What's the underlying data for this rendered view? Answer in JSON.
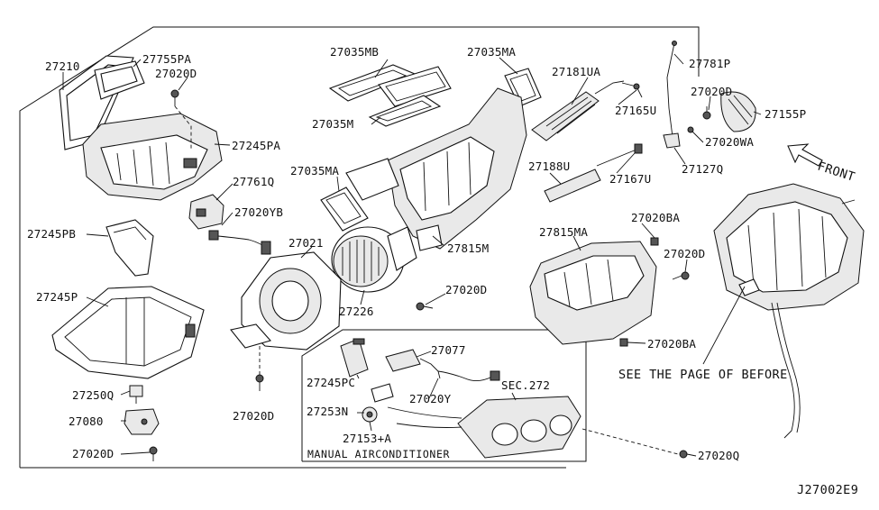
{
  "diagram_id": "J27002E9",
  "arrow_label": "FRONT",
  "inset_title": "MANUAL AIRCONDITIONER",
  "reference_note": "SEE THE PAGE OF BEFORE",
  "labels": {
    "p27210": "27210",
    "p27755PA": "27755PA",
    "p27020D_a": "27020D",
    "p27245PA": "27245PA",
    "p27761Q": "27761Q",
    "p27020YB": "27020YB",
    "p27245PB": "27245PB",
    "p27245P": "27245P",
    "p27250Q": "27250Q",
    "p27080": "27080",
    "p27020D_b": "27020D",
    "p27035MB": "27035MB",
    "p27035MA_a": "27035MA",
    "p27035M": "27035M",
    "p27035MA_b": "27035MA",
    "p27021": "27021",
    "p27226": "27226",
    "p27815M": "27815M",
    "p27181UA": "27181UA",
    "p27781P": "27781P",
    "p27165U": "27165U",
    "p27020D_c": "27020D",
    "p27155P": "27155P",
    "p27020WA": "27020WA",
    "p27127Q": "27127Q",
    "p27188U": "27188U",
    "p27167U": "27167U",
    "p27815MA": "27815MA",
    "p27020BA_a": "27020BA",
    "p27020D_d": "27020D",
    "p27020BA_b": "27020BA",
    "p27020D_e": "27020D",
    "p27077": "27077",
    "p27245PC": "27245PC",
    "p27020Y": "27020Y",
    "sec272": "SEC.272",
    "p27253N": "27253N",
    "p27153A": "27153+A",
    "p27020D_f": "27020D",
    "p27020Q": "27020Q"
  }
}
